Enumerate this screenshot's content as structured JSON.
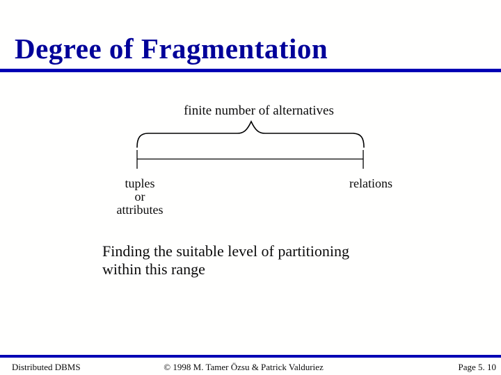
{
  "colors": {
    "accent_rule": "#0000b4",
    "title": "#000099",
    "text": "#0a0a0a",
    "background": "#fffffe"
  },
  "header": {
    "title": "Degree of Fragmentation"
  },
  "diagram": {
    "caption": "finite number of alternatives",
    "left_label_lines": [
      "tuples",
      "or",
      "attributes"
    ],
    "right_label": "relations"
  },
  "statement": {
    "line1": "Finding the suitable level of partitioning",
    "line2": "within this range"
  },
  "footer": {
    "left": "Distributed DBMS",
    "center": "© 1998 M. Tamer Özsu & Patrick Valduriez",
    "right": "Page 5. 10"
  }
}
